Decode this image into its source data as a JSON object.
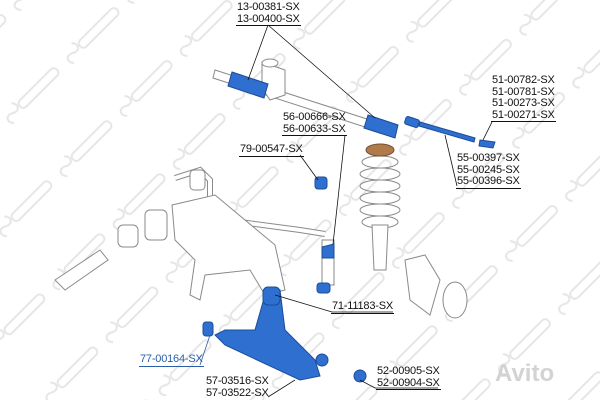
{
  "watermark": "STELLOX",
  "logo": "Avito",
  "colors": {
    "part_highlight": "#2f6fd0",
    "spring_cap": "#b07a4a",
    "link_label_blue": "#2a5ea8",
    "outline": "#8a8a8a"
  },
  "labels": {
    "steering_boot": [
      "13-00381-SX",
      "13-00400-SX"
    ],
    "tie_rod_end": [
      "51-00782-SX",
      "51-00781-SX",
      "51-00273-SX",
      "51-00271-SX"
    ],
    "stabilizer_link": [
      "56-00666-SX",
      "56-00633-SX"
    ],
    "stabilizer_bushing": [
      "79-00547-SX"
    ],
    "tie_rod": [
      "55-00397-SX",
      "55-00245-SX",
      "55-00396-SX"
    ],
    "control_arm_bushing": [
      "71-11183-SX"
    ],
    "rear_bushing": [
      "77-00164-SX"
    ],
    "control_arm": [
      "57-03516-SX",
      "57-03522-SX"
    ],
    "ball_joint": [
      "52-00905-SX",
      "52-00904-SX"
    ]
  }
}
